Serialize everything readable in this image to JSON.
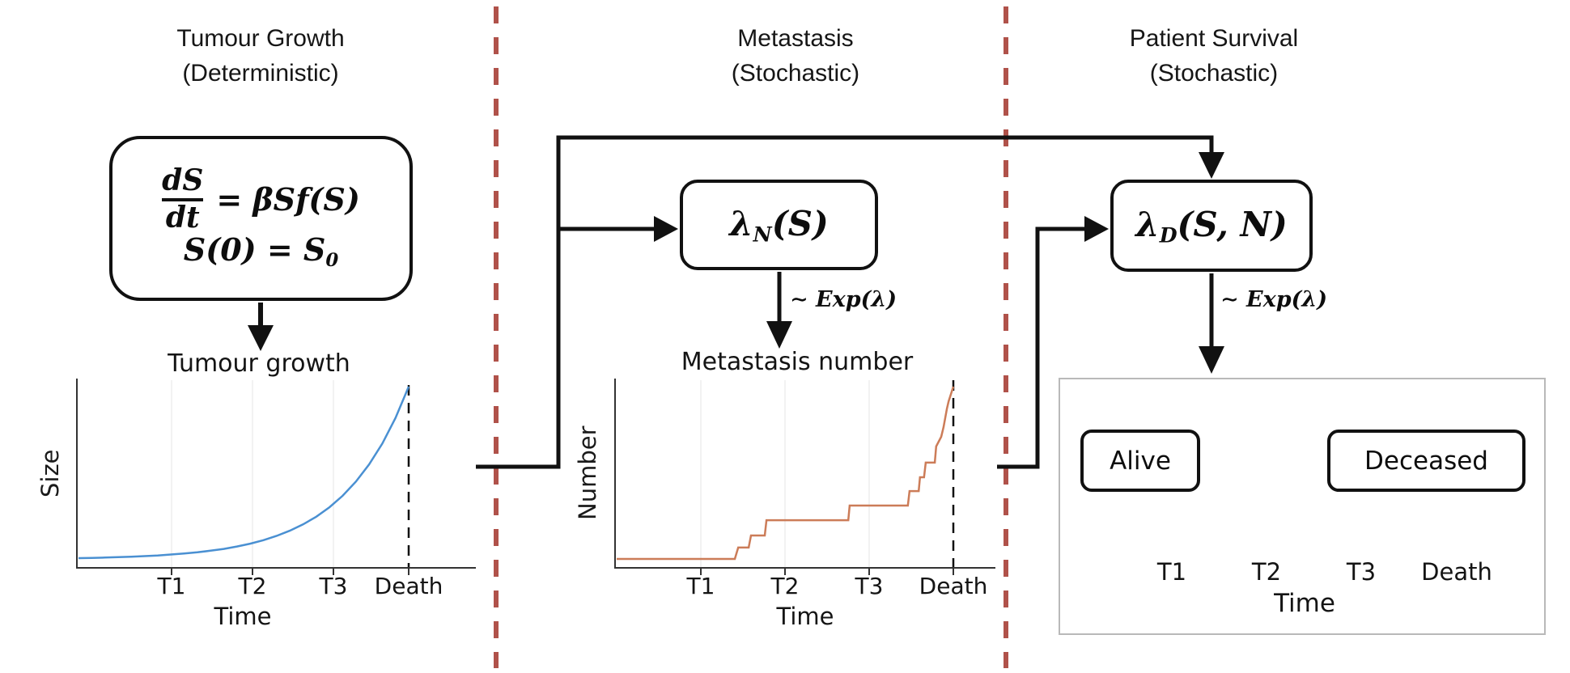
{
  "panels": {
    "left": {
      "title_line1": "Tumour Growth",
      "title_line2": "(Deterministic)",
      "equation": {
        "numerator": "dS",
        "denominator": "dt",
        "rhs": "= βSf(S)",
        "initial_condition": "S(0) = S",
        "initial_condition_sub": "0"
      },
      "flow_label": "Tumour growth",
      "plot": {
        "ylabel": "Size",
        "xlabel": "Time",
        "tick_labels": [
          "T1",
          "T2",
          "T3",
          "Death"
        ]
      }
    },
    "middle": {
      "title_line1": "Metastasis",
      "title_line2": "(Stochastic)",
      "rate_box": {
        "lambda": "λ",
        "sub": "N",
        "args": "(S)"
      },
      "exp_label": "∼ Exp(λ)",
      "flow_label": "Metastasis number",
      "plot": {
        "ylabel": "Number",
        "xlabel": "Time",
        "tick_labels": [
          "T1",
          "T2",
          "T3",
          "Death"
        ]
      }
    },
    "right": {
      "title_line1": "Patient Survival",
      "title_line2": "(Stochastic)",
      "rate_box": {
        "lambda": "λ",
        "sub": "D",
        "args": "(S, N)"
      },
      "exp_label": "∼ Exp(λ)",
      "survival": {
        "alive_label": "Alive",
        "deceased_label": "Deceased",
        "xlabel": "Time",
        "tick_labels": [
          "T1",
          "T2",
          "T3",
          "Death"
        ]
      }
    }
  },
  "colors": {
    "tumour_curve": "#4a90d2",
    "metastasis_curve": "#cc7c58",
    "divider": "#b0524a"
  },
  "chart_data": [
    {
      "type": "line",
      "title": "Tumour growth",
      "xlabel": "Time",
      "ylabel": "Size",
      "x_tick_labels": [
        "T1",
        "T2",
        "T3",
        "Death"
      ],
      "x_tick_positions": [
        0.282,
        0.527,
        0.772,
        1.0
      ],
      "ylim": [
        0,
        1
      ],
      "grid": "vertical-light",
      "legend": "none",
      "annotation": "vertical dashed line at Death",
      "points": [
        [
          0,
          0
        ],
        [
          0.04,
          0.0015
        ],
        [
          0.08,
          0.0033
        ],
        [
          0.12,
          0.0055
        ],
        [
          0.16,
          0.0083
        ],
        [
          0.2,
          0.0118
        ],
        [
          0.24,
          0.0157
        ],
        [
          0.28,
          0.021
        ],
        [
          0.32,
          0.0268
        ],
        [
          0.36,
          0.034
        ],
        [
          0.4,
          0.0433
        ],
        [
          0.44,
          0.054
        ],
        [
          0.48,
          0.068
        ],
        [
          0.52,
          0.0845
        ],
        [
          0.56,
          0.1048
        ],
        [
          0.6,
          0.1295
        ],
        [
          0.64,
          0.16
        ],
        [
          0.68,
          0.1965
        ],
        [
          0.72,
          0.2415
        ],
        [
          0.76,
          0.2965
        ],
        [
          0.8,
          0.3636
        ],
        [
          0.84,
          0.4456
        ],
        [
          0.88,
          0.5458
        ],
        [
          0.92,
          0.668
        ],
        [
          0.96,
          0.8175
        ],
        [
          1,
          1
        ]
      ]
    },
    {
      "type": "line",
      "subtype": "step",
      "title": "Metastasis number",
      "xlabel": "Time",
      "ylabel": "Number",
      "x_tick_labels": [
        "T1",
        "T2",
        "T3",
        "Death"
      ],
      "x_tick_positions": [
        0.25,
        0.5,
        0.75,
        1.0
      ],
      "ylim": [
        0,
        1
      ],
      "grid": "vertical-light",
      "legend": "none",
      "annotation": "vertical dashed line at Death",
      "points": [
        [
          0,
          0
        ],
        [
          0.351,
          0
        ],
        [
          0.361,
          0.066
        ],
        [
          0.392,
          0.066
        ],
        [
          0.399,
          0.136
        ],
        [
          0.44,
          0.136
        ],
        [
          0.445,
          0.225
        ],
        [
          0.688,
          0.225
        ],
        [
          0.692,
          0.31
        ],
        [
          0.865,
          0.31
        ],
        [
          0.87,
          0.394
        ],
        [
          0.897,
          0.394
        ],
        [
          0.901,
          0.474
        ],
        [
          0.913,
          0.474
        ],
        [
          0.918,
          0.559
        ],
        [
          0.945,
          0.559
        ],
        [
          0.949,
          0.653
        ],
        [
          0.964,
          0.709
        ],
        [
          0.971,
          0.765
        ],
        [
          0.981,
          0.873
        ],
        [
          0.986,
          0.915
        ],
        [
          1,
          1
        ]
      ]
    }
  ]
}
